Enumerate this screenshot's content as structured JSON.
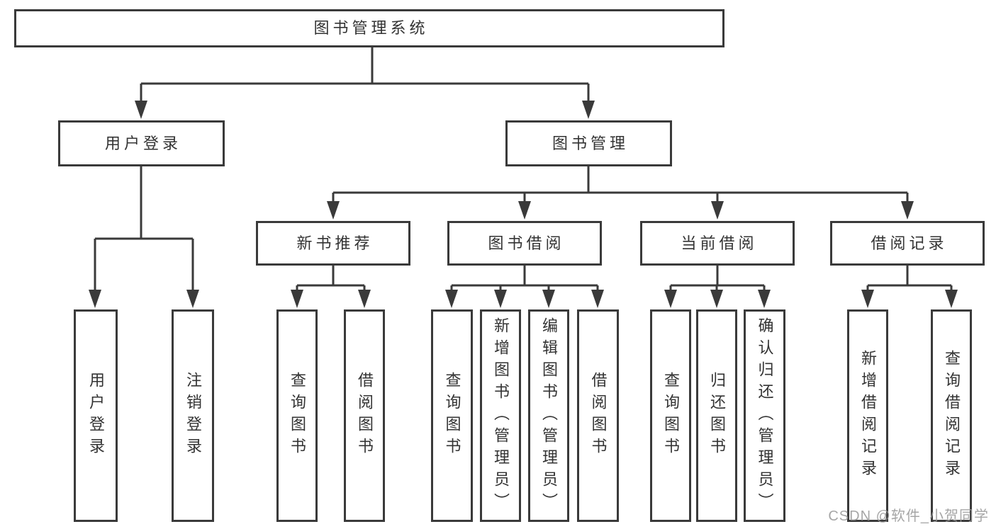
{
  "diagram": {
    "title": "图书管理系统",
    "root": {
      "label": "图书管理系统"
    },
    "level2": [
      {
        "label": "用户登录",
        "parent": "图书管理系统"
      },
      {
        "label": "图书管理",
        "parent": "图书管理系统"
      }
    ],
    "level3": [
      {
        "label": "新书推荐",
        "parent": "图书管理"
      },
      {
        "label": "图书借阅",
        "parent": "图书管理"
      },
      {
        "label": "当前借阅",
        "parent": "图书管理"
      },
      {
        "label": "借阅记录",
        "parent": "图书管理"
      }
    ],
    "leaves": [
      {
        "label": "用户登录",
        "parent": "用户登录"
      },
      {
        "label": "注销登录",
        "parent": "用户登录"
      },
      {
        "label": "查询图书",
        "parent": "新书推荐"
      },
      {
        "label": "借阅图书",
        "parent": "新书推荐"
      },
      {
        "label": "查询图书",
        "parent": "图书借阅"
      },
      {
        "label": "新增图书（管理员）",
        "parent": "图书借阅"
      },
      {
        "label": "编辑图书（管理员）",
        "parent": "图书借阅"
      },
      {
        "label": "借阅图书",
        "parent": "图书借阅"
      },
      {
        "label": "查询图书",
        "parent": "当前借阅"
      },
      {
        "label": "归还图书",
        "parent": "当前借阅"
      },
      {
        "label": "确认归还（管理员）",
        "parent": "当前借阅"
      },
      {
        "label": "新增借阅记录",
        "parent": "借阅记录"
      },
      {
        "label": "查询借阅记录",
        "parent": "借阅记录"
      }
    ]
  },
  "watermark": {
    "text": "CSDN @软件_小贺同学"
  },
  "colors": {
    "line": "#3a3a3a",
    "box_border": "#3a3a3a",
    "text": "#333333",
    "watermark_text": "#969696",
    "background": "#ffffff"
  }
}
